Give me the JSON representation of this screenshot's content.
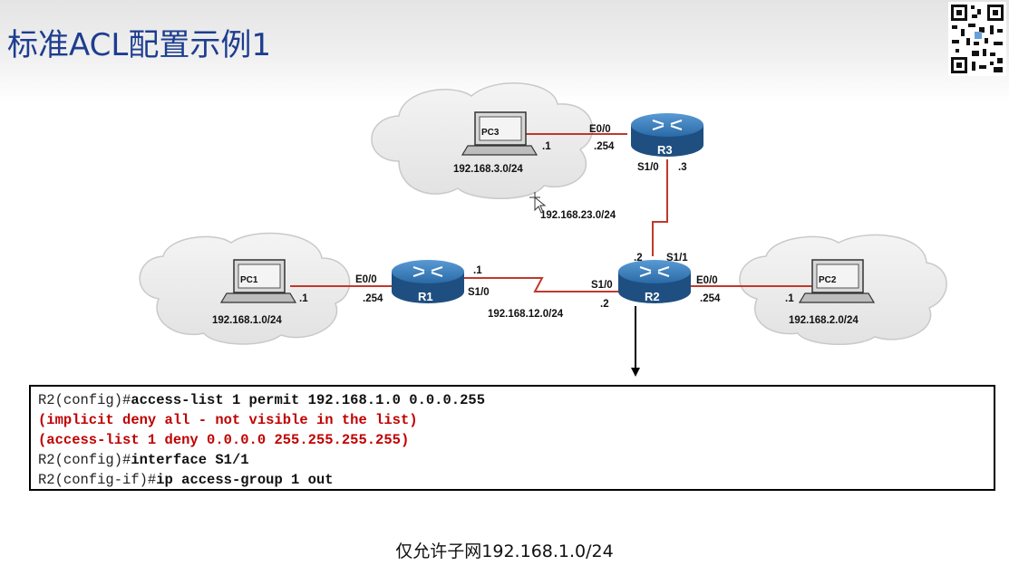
{
  "slide": {
    "title": "标准ACL配置示例1",
    "footer": "仅允许子网192.168.1.0/24"
  },
  "colors": {
    "title": "#1d3d8f",
    "link": "#c0392b",
    "router": "#2a6aa6",
    "cloud": "#ececec",
    "deny_text": "#c00000"
  },
  "topology": {
    "routers": {
      "r1": "R1",
      "r2": "R2",
      "r3": "R3"
    },
    "pcs": {
      "pc1": "PC1",
      "pc2": "PC2",
      "pc3": "PC3"
    },
    "networks": {
      "lan1": "192.168.1.0/24",
      "lan2": "192.168.2.0/24",
      "lan3": "192.168.3.0/24",
      "net12": "192.168.12.0/24",
      "net23": "192.168.23.0/24"
    },
    "labels": {
      "pc1_host": ".1",
      "r1_e00": "E0/0",
      "r1_e00_addr": ".254",
      "r1_s10_addr": ".1",
      "r1_s10": "S1/0",
      "r2_s10": "S1/0",
      "r2_s10_addr": ".2",
      "r2_e00": "E0/0",
      "r2_e00_addr": ".254",
      "pc2_host": ".1",
      "r2_s11_addr": ".2",
      "r2_s11": "S1/1",
      "r3_s10": "S1/0",
      "r3_s10_addr": ".3",
      "r3_e00": "E0/0",
      "r3_e00_addr": ".254",
      "pc3_host": ".1"
    }
  },
  "config": {
    "line1_prompt": "R2(config)#",
    "line1_cmd": "access-list 1 permit 192.168.1.0 0.0.0.255",
    "line2": "(implicit deny all - not visible in the list)",
    "line3": "(access-list 1 deny 0.0.0.0 255.255.255.255)",
    "line4_prompt": "R2(config)#",
    "line4_cmd": "interface S1/1",
    "line5_prompt": "R2(config-if)#",
    "line5_cmd": "ip access-group 1 out"
  }
}
